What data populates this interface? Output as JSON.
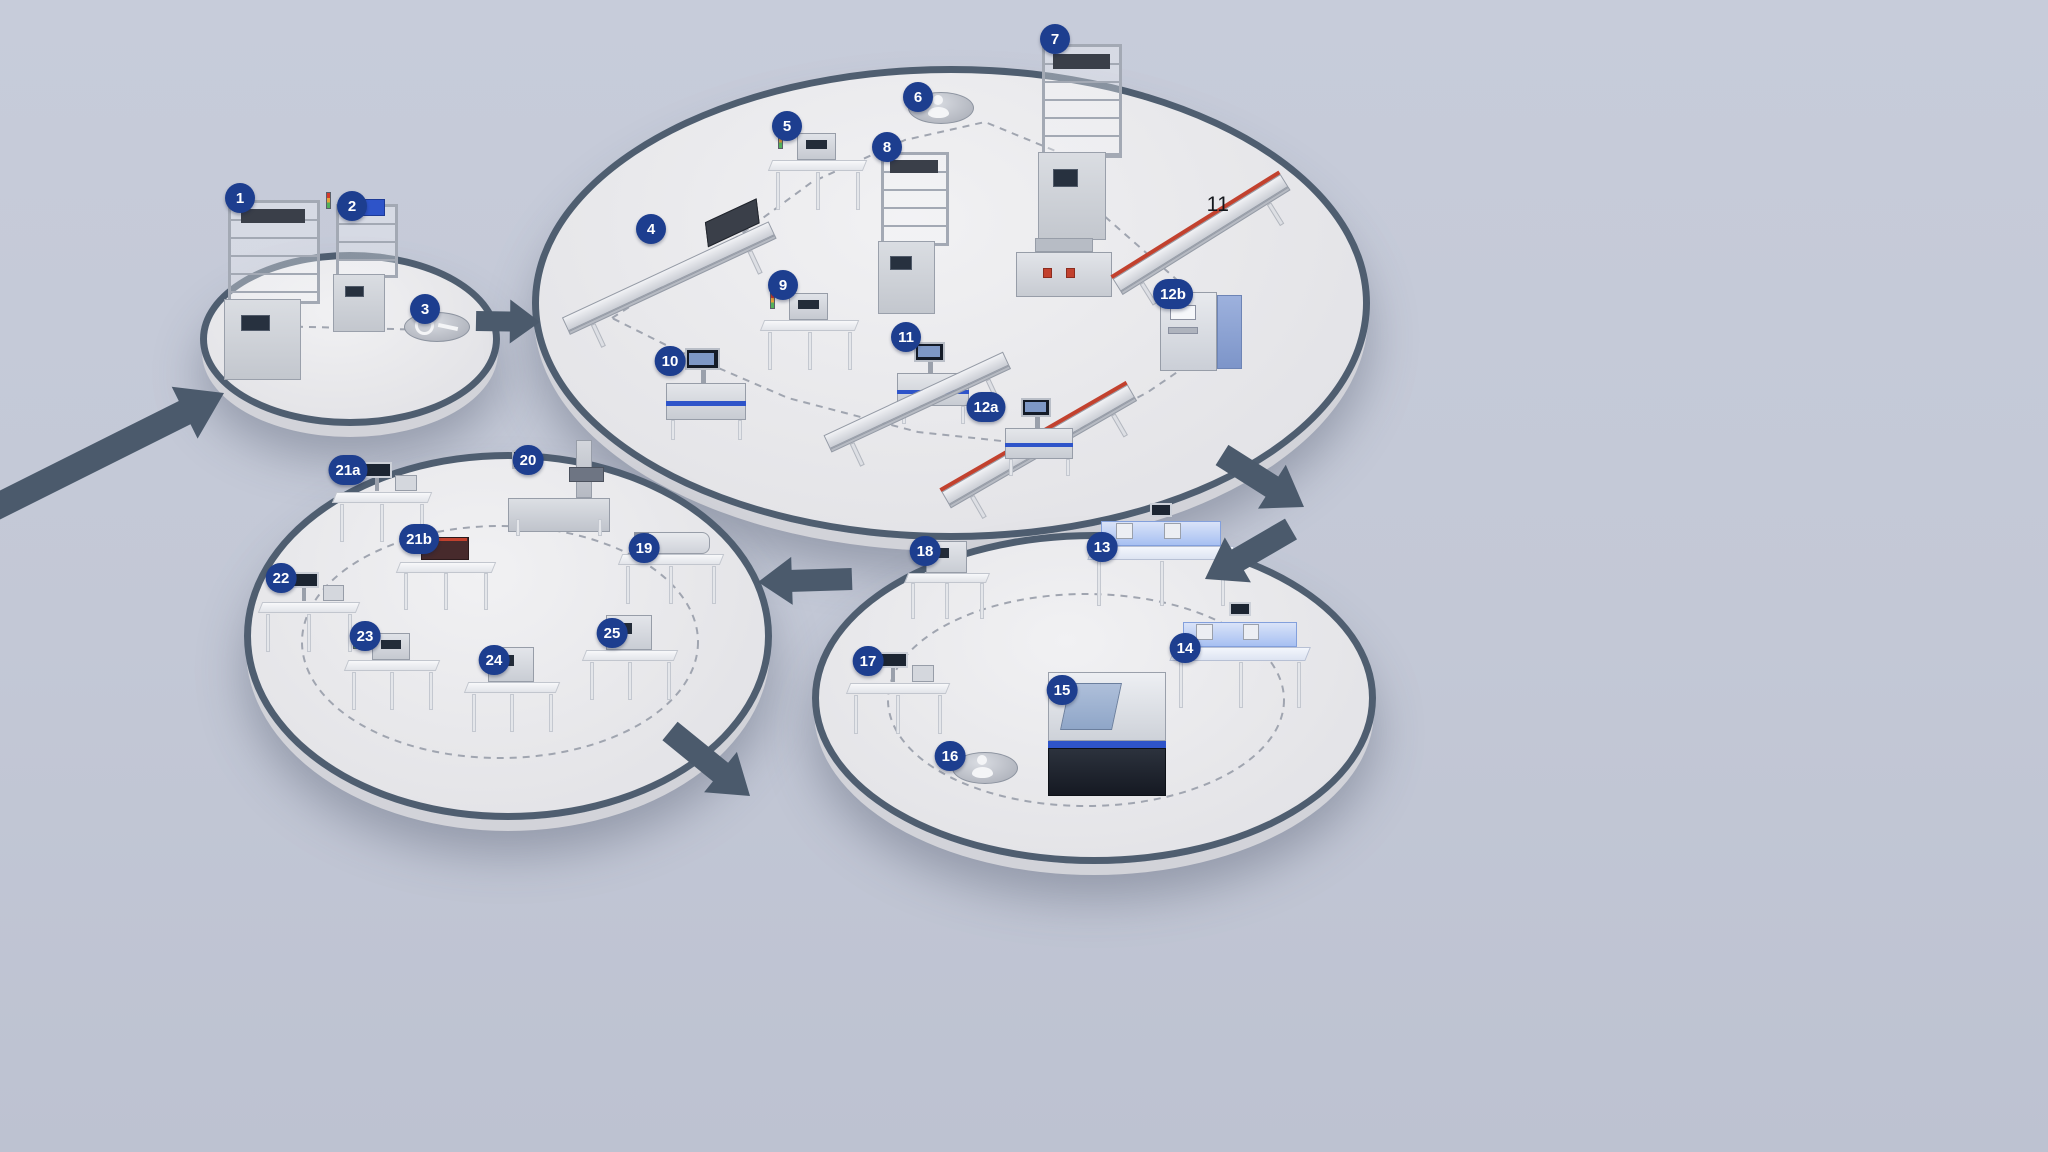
{
  "diagram": {
    "kind": "isometric-process-flow",
    "platform_count": 4,
    "station_count": 27
  },
  "colors": {
    "background": "#c3c8d6",
    "platform_top": "#ebecee",
    "platform_rim": "#4f5e70",
    "arrow": "#4b5a6c",
    "badge": "#1d3e8f",
    "badge_text": "#ffffff",
    "accent_blue": "#2e54c9",
    "accent_red": "#c2412e",
    "path_dash": "#a0a5b0"
  },
  "platforms": [
    {
      "id": "platform-top-left",
      "station_labels": [
        "1",
        "2",
        "3"
      ]
    },
    {
      "id": "platform-top-right",
      "station_labels": [
        "4",
        "5",
        "6",
        "7",
        "8",
        "9",
        "10",
        "11",
        "12a",
        "12b"
      ]
    },
    {
      "id": "platform-bottom-left",
      "station_labels": [
        "19",
        "20",
        "21a",
        "21b",
        "22",
        "23",
        "24",
        "25"
      ]
    },
    {
      "id": "platform-bottom-right",
      "station_labels": [
        "13",
        "14",
        "15",
        "16",
        "17",
        "18"
      ]
    }
  ],
  "stations": [
    {
      "label": "1",
      "machine": "tall-frame-rack"
    },
    {
      "label": "2",
      "machine": "small-frame-rack"
    },
    {
      "label": "3",
      "machine": "manual-station-pod"
    },
    {
      "label": "4",
      "machine": "inclined-conveyor"
    },
    {
      "label": "5",
      "machine": "benchtop-machine"
    },
    {
      "label": "6",
      "machine": "operator-station-pod"
    },
    {
      "label": "7",
      "machine": "tall-frame-rack"
    },
    {
      "label": "8",
      "machine": "tall-frame-rack"
    },
    {
      "label": "9",
      "machine": "benchtop-machine"
    },
    {
      "label": "10",
      "machine": "machine-with-monitor"
    },
    {
      "label": "11",
      "machine": "conveyor-line-with-monitor"
    },
    {
      "label": "12a",
      "machine": "long-rail-inspection-machine"
    },
    {
      "label": "12b",
      "machine": "control-cabinet"
    },
    {
      "label": "13",
      "machine": "lit-workbench"
    },
    {
      "label": "14",
      "machine": "lit-workbench"
    },
    {
      "label": "15",
      "machine": "large-enclosed-machine"
    },
    {
      "label": "16",
      "machine": "operator-station-pod"
    },
    {
      "label": "17",
      "machine": "workstation-with-monitor"
    },
    {
      "label": "18",
      "machine": "boxed-instrument"
    },
    {
      "label": "19",
      "machine": "horizontal-instrument"
    },
    {
      "label": "20",
      "machine": "multi-axis-machine"
    },
    {
      "label": "21a",
      "machine": "workstation-with-monitor"
    },
    {
      "label": "21b",
      "machine": "dark-instrument-table"
    },
    {
      "label": "22",
      "machine": "workstation-with-monitor"
    },
    {
      "label": "23",
      "machine": "benchtop-machine"
    },
    {
      "label": "24",
      "machine": "boxed-instrument"
    },
    {
      "label": "25",
      "machine": "boxed-instrument"
    }
  ],
  "flows": [
    {
      "from": "outside-left",
      "to": "platform-top-left"
    },
    {
      "from": "platform-top-left",
      "to": "platform-top-right"
    },
    {
      "from": "platform-top-right",
      "to": "platform-bottom-right"
    },
    {
      "from": "platform-bottom-right",
      "to": "platform-bottom-left"
    },
    {
      "from": "platform-bottom-left",
      "to": "outside-bottom"
    }
  ],
  "annotation": {
    "label": "11"
  }
}
